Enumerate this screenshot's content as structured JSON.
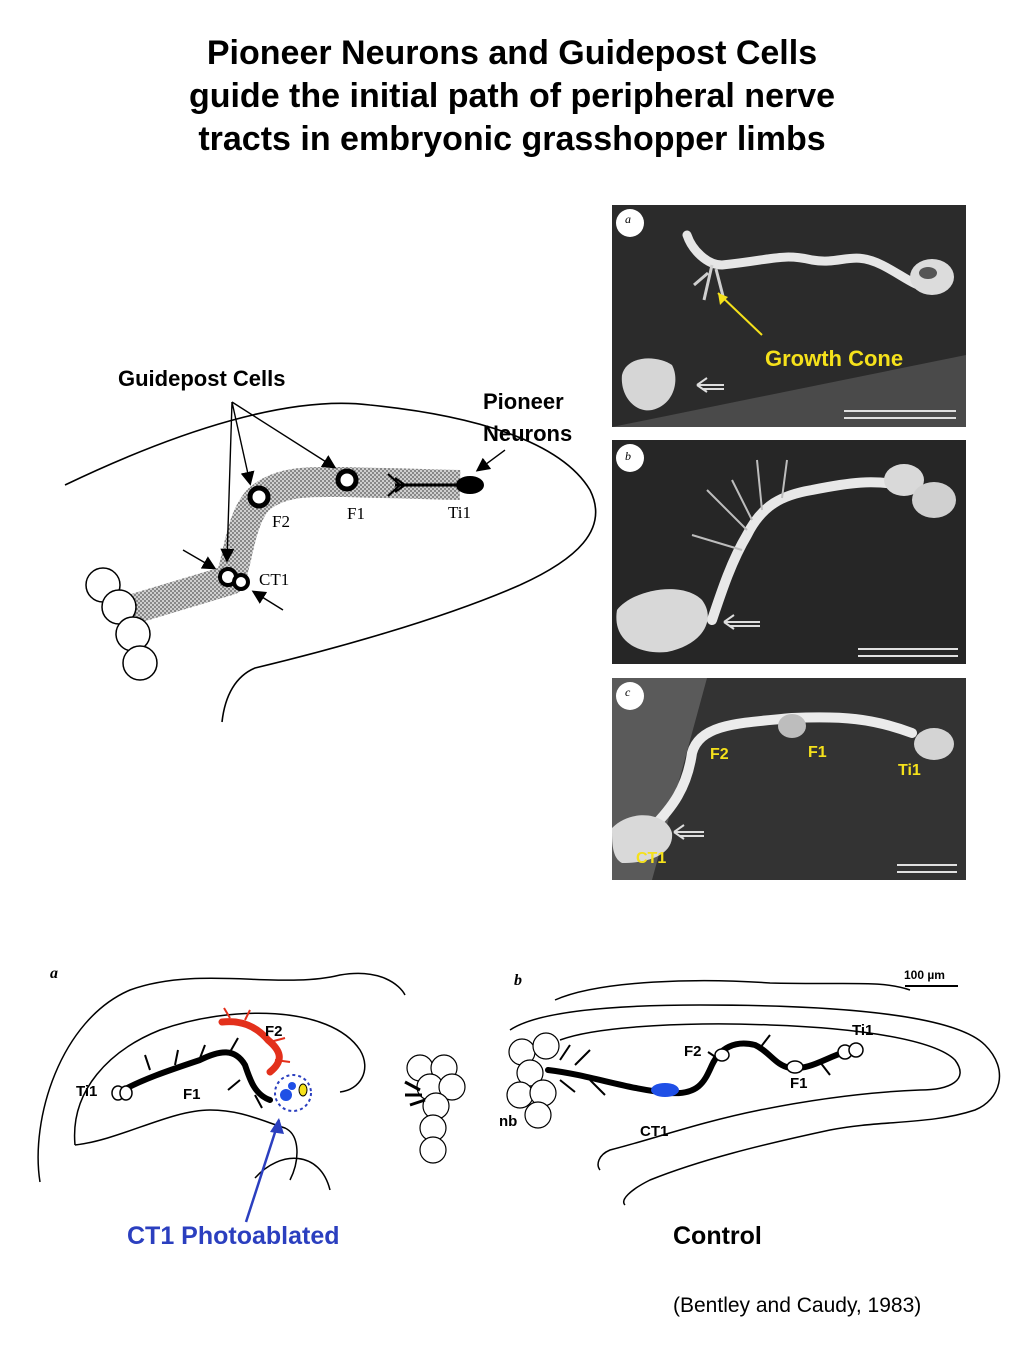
{
  "title": {
    "line1": "Pioneer Neurons and Guidepost Cells",
    "line2": "guide the initial path of peripheral nerve",
    "line3": "tracts in embryonic grasshopper limbs"
  },
  "schematic": {
    "guidepost_label": "Guidepost Cells",
    "pioneer_label_1": "Pioneer",
    "pioneer_label_2": "Neurons",
    "cell_labels": {
      "f2": "F2",
      "f1": "F1",
      "ti1": "Ti1",
      "ct1": "CT1"
    }
  },
  "photos": {
    "a": {
      "letter": "a",
      "annotation": "Growth Cone"
    },
    "b": {
      "letter": "b"
    },
    "c": {
      "letter": "c",
      "labels": {
        "f2": "F2",
        "f1": "F1",
        "ti1": "Ti1",
        "ct1": "CT1"
      }
    }
  },
  "drawing_a": {
    "letter": "a",
    "labels": {
      "ti1": "Ti1",
      "f1": "F1",
      "f2": "F2"
    },
    "caption": "CT1 Photoablated"
  },
  "drawing_b": {
    "letter": "b",
    "scale": "100 µm",
    "labels": {
      "ti1": "Ti1",
      "f2": "F2",
      "f1": "F1",
      "ct1": "CT1",
      "nb": "nb"
    },
    "caption": "Control"
  },
  "citation": "(Bentley and Caudy, 1983)",
  "colors": {
    "annotation_yellow": "#f5e11b",
    "ablated_blue": "#2b3fbf",
    "axon_red": "#e3301b",
    "cell_blue": "#1f4fe6"
  }
}
